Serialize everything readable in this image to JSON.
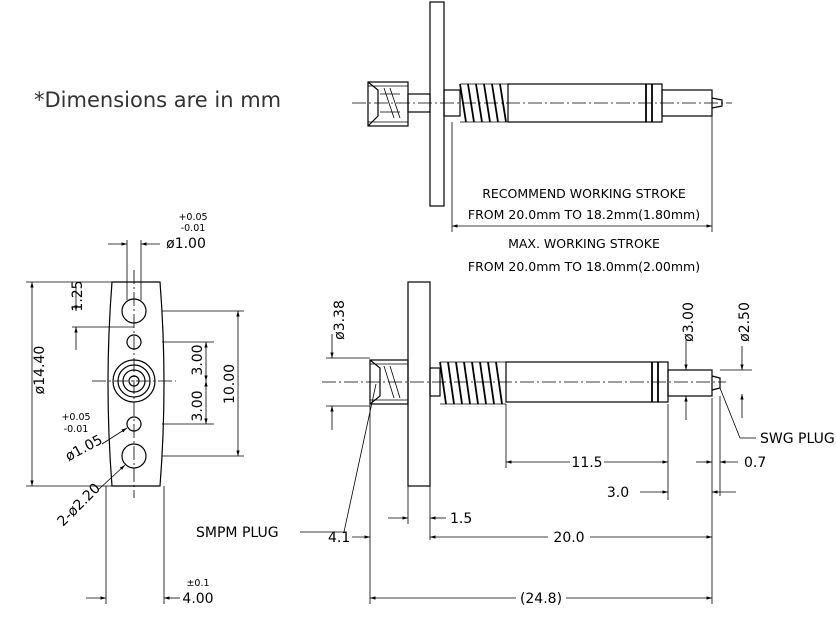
{
  "note": "*Dimensions are in mm",
  "top_view": {
    "recommend_title": "RECOMMEND WORKING STROKE",
    "recommend_range": "FROM 20.0mm TO 18.2mm(1.80mm)",
    "max_title": "MAX. WORKING STROKE",
    "max_range": "FROM 20.0mm TO 18.0mm(2.00mm)"
  },
  "end_view": {
    "pin_diameter": "ø1.00",
    "pin_tol_upper": "+0.05",
    "pin_tol_lower": "-0.01",
    "pitch_top": "1.25",
    "overall_diameter": "ø14.40",
    "center_to_top": "3.00",
    "center_to_bottom": "3.00",
    "hole_spacing": "10.00",
    "small_pin_diameter": "ø1.05",
    "small_pin_tol_upper": "+0.05",
    "small_pin_tol_lower": "-0.01",
    "mount_holes": "2-ø2.20",
    "width": "4.00",
    "width_tol": "±0.1"
  },
  "side_view": {
    "smpm_dia": "ø3.38",
    "body_dia": "ø3.00",
    "tip_dia": "ø2.50",
    "swg_plug": "SWG PLUG",
    "smpm_plug": "SMPM PLUG",
    "len_11_5": "11.5",
    "len_0_7": "0.7",
    "len_3_0": "3.0",
    "len_1_5": "1.5",
    "len_4_1": "4.1",
    "len_20_0": "20.0",
    "len_24_8": "(24.8)"
  }
}
